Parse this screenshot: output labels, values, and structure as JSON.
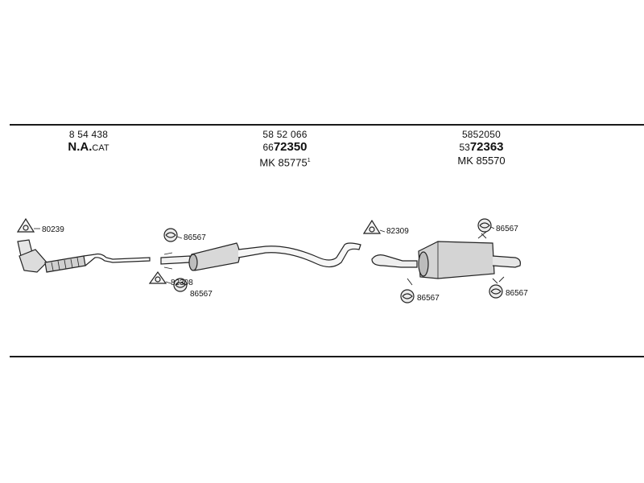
{
  "header": {
    "col1": {
      "number": "8 54 438",
      "bold": "N.A.",
      "suffix": "CAT"
    },
    "col2": {
      "number": "58 52 066",
      "prefix": "66",
      "bold": "72350",
      "mk_label": "MK",
      "mk_number": "85775",
      "mk_sup": "1"
    },
    "col3": {
      "number": "5852050",
      "prefix": "53",
      "bold": "72363",
      "mk_label": "MK",
      "mk_number": "85570"
    }
  },
  "parts": {
    "p1": "80239",
    "p2": "86567",
    "p3": "82308",
    "p4": "86567",
    "p5": "82309",
    "p6": "86567",
    "p7": "86567",
    "p8": "86567"
  },
  "colors": {
    "line": "#1a1a1a",
    "fill": "#e6e6e6",
    "stroke": "#222222"
  }
}
